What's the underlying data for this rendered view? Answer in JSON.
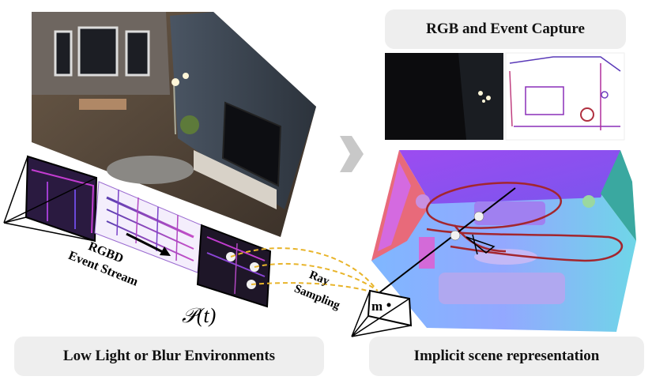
{
  "labels": {
    "rgb_event_capture": "RGB and Event Capture",
    "low_light": "Low Light or Blur Environments",
    "implicit_scene": "Implicit scene representation",
    "rgbd_line1": "RGBD",
    "rgbd_line2": "Event Stream",
    "ray_line1": "Ray",
    "ray_line2": "Sampling",
    "p_of_t": "𝒫(t)",
    "point_m": "m"
  },
  "colors": {
    "pill_bg": "#eeeeee",
    "trajectory": "#a3262e",
    "ray_dash": "#e8b42a",
    "arrow_gray": "#c8c8c8",
    "room_wall": "#3c4550"
  }
}
